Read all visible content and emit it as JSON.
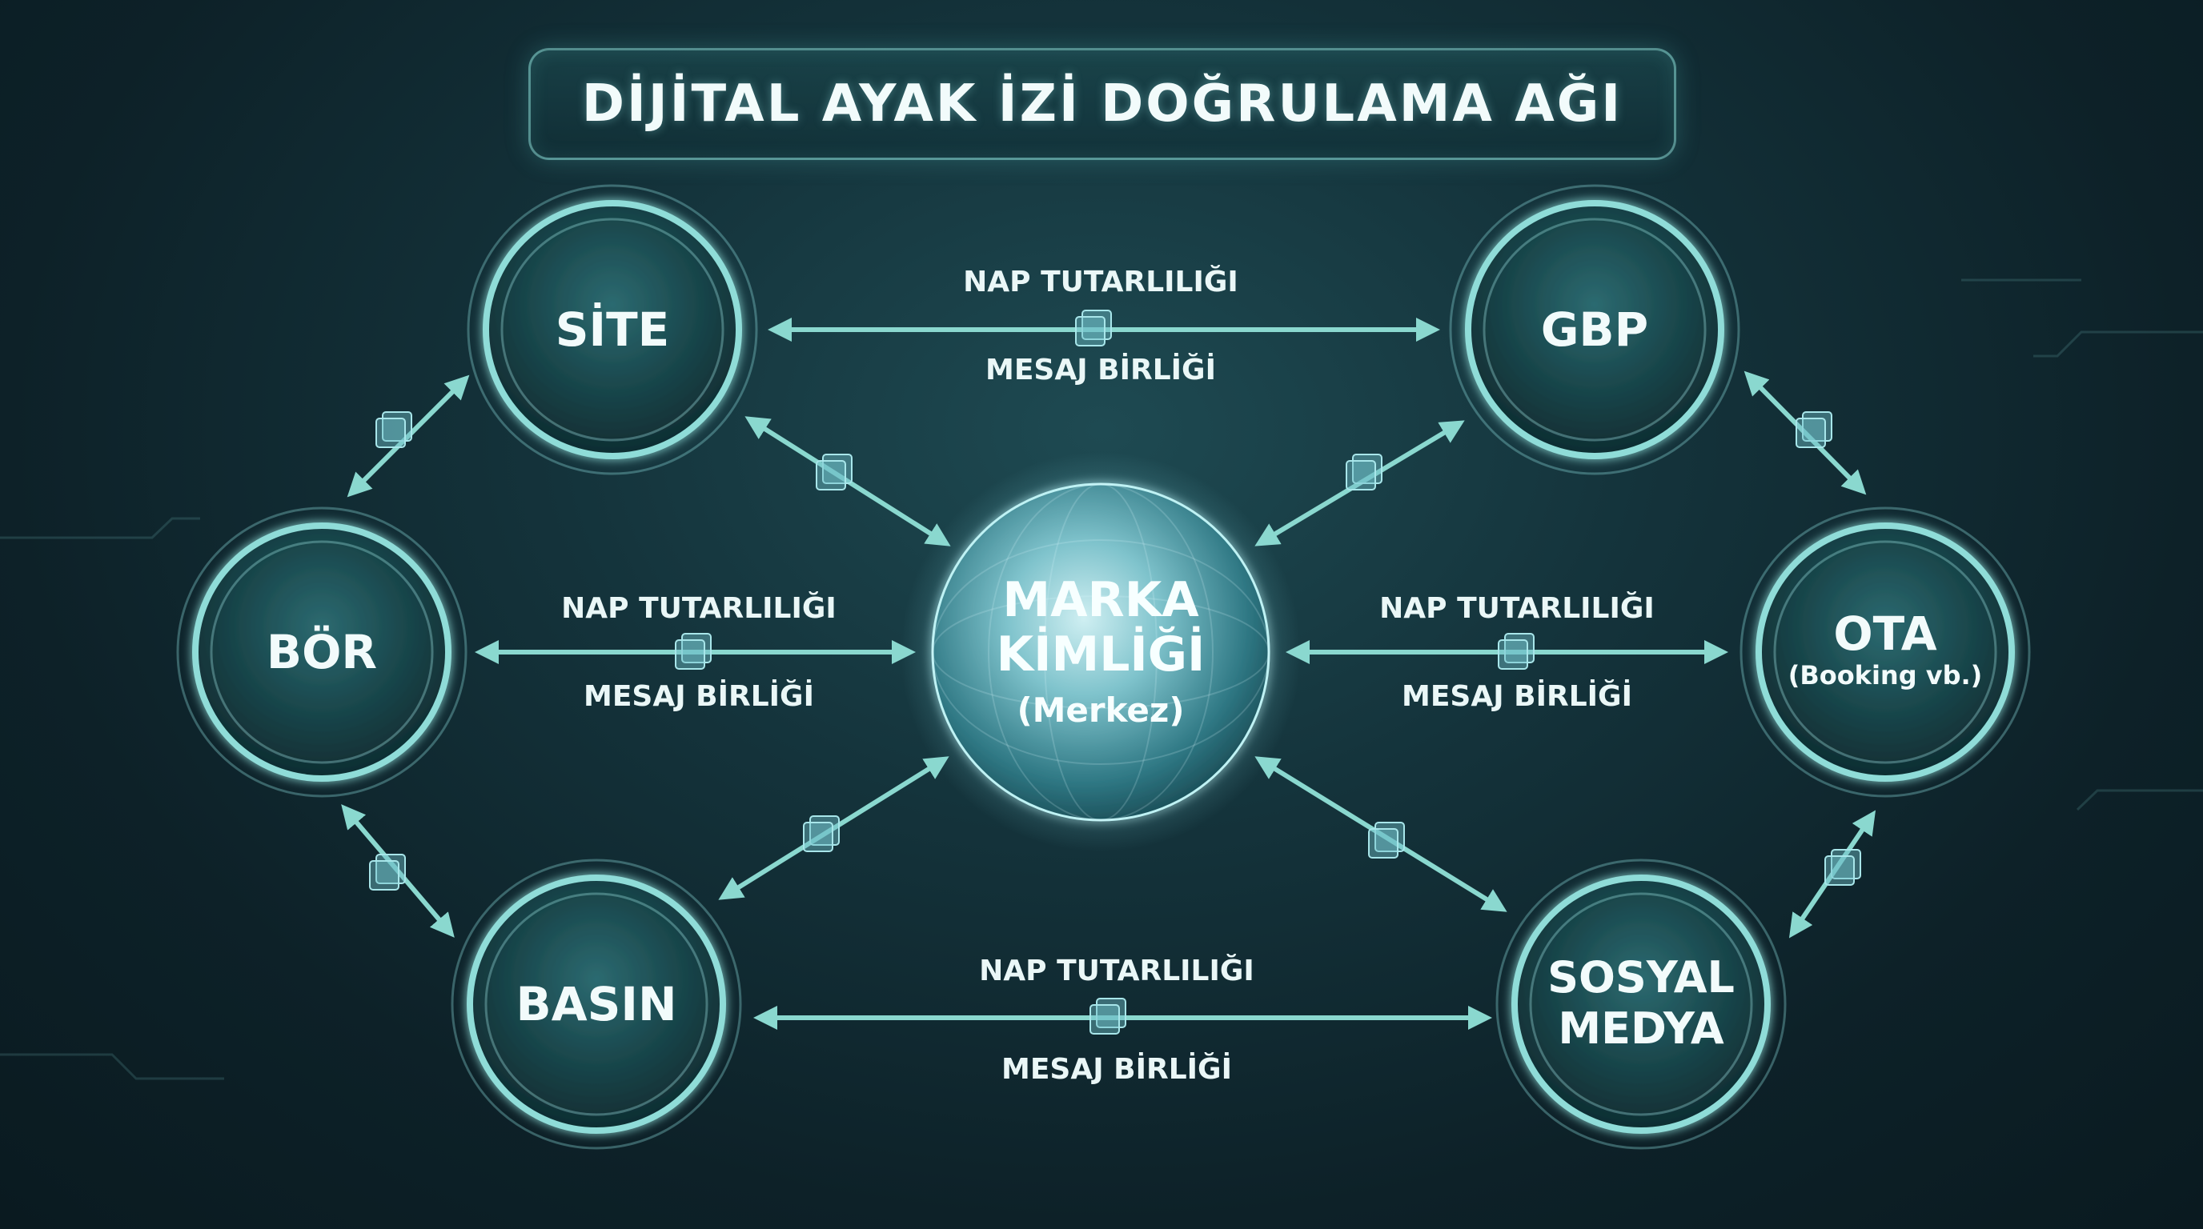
{
  "title": "DİJİTAL AYAK İZİ DOĞRULAMA AĞI",
  "center": {
    "line1": "MARKA",
    "line2": "KİMLİĞİ",
    "line3": "(Merkez)"
  },
  "nodes": {
    "site": {
      "label": "SİTE"
    },
    "gbp": {
      "label": "GBP"
    },
    "bor": {
      "label": "BÖR"
    },
    "ota": {
      "label": "OTA",
      "sublabel": "(Booking vb.)"
    },
    "basin": {
      "label": "BASIN"
    },
    "sosyal": {
      "line1": "SOSYAL",
      "line2": "MEDYA"
    }
  },
  "links": {
    "top": {
      "above": "NAP TUTARLILIĞI",
      "below": "MESAJ BİRLİĞİ"
    },
    "left": {
      "above": "NAP TUTARLILIĞI",
      "below": "MESAJ BİRLİĞİ"
    },
    "right": {
      "above": "NAP TUTARLILIĞI",
      "below": "MESAJ BİRLİĞİ"
    },
    "bottom": {
      "above": "NAP TUTARLILIĞI",
      "below": "MESAJ BİRLİĞİ"
    }
  },
  "colors": {
    "accent": "#7fd6cc",
    "arrow": "#8ad8cf",
    "text": "#f2fbfb",
    "background": "#14333b"
  }
}
